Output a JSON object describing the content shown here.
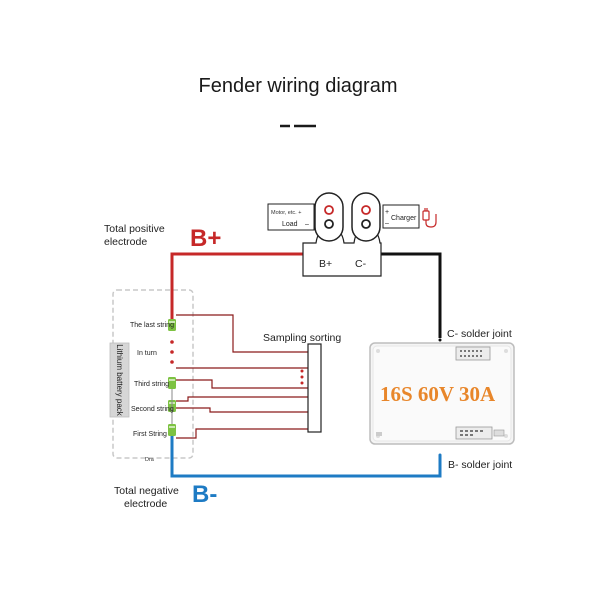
{
  "title": "Fender wiring diagram",
  "labels": {
    "total_positive_1": "Total positive",
    "total_positive_2": "electrode",
    "b_plus": "B+",
    "total_negative_1": "Total negative",
    "total_negative_2": "electrode",
    "b_minus": "B-",
    "sampling_sorting": "Sampling sorting",
    "c_solder_joint": "C- solder joint",
    "b_solder_joint": "B- solder joint",
    "terminal_b_plus": "B+",
    "terminal_c_minus": "C-",
    "motor_load_1": "Motor, etc. +",
    "motor_load_2": "Load",
    "charger": "Charger",
    "board_spec": "16S 60V 30A"
  },
  "battery": {
    "vertical_label": "Lithium battery pack",
    "strings": [
      "The last string",
      "In turn",
      "Third string",
      "Second string",
      "First String"
    ],
    "bottom_mark": "Dra"
  },
  "colors": {
    "positive_wire": "#c62828",
    "negative_wire": "#1e7bc4",
    "common_wire": "#111111",
    "sampling_wire": "#8b1a1a",
    "cell_green": "#7dc242",
    "spec_orange": "#e8862a"
  }
}
